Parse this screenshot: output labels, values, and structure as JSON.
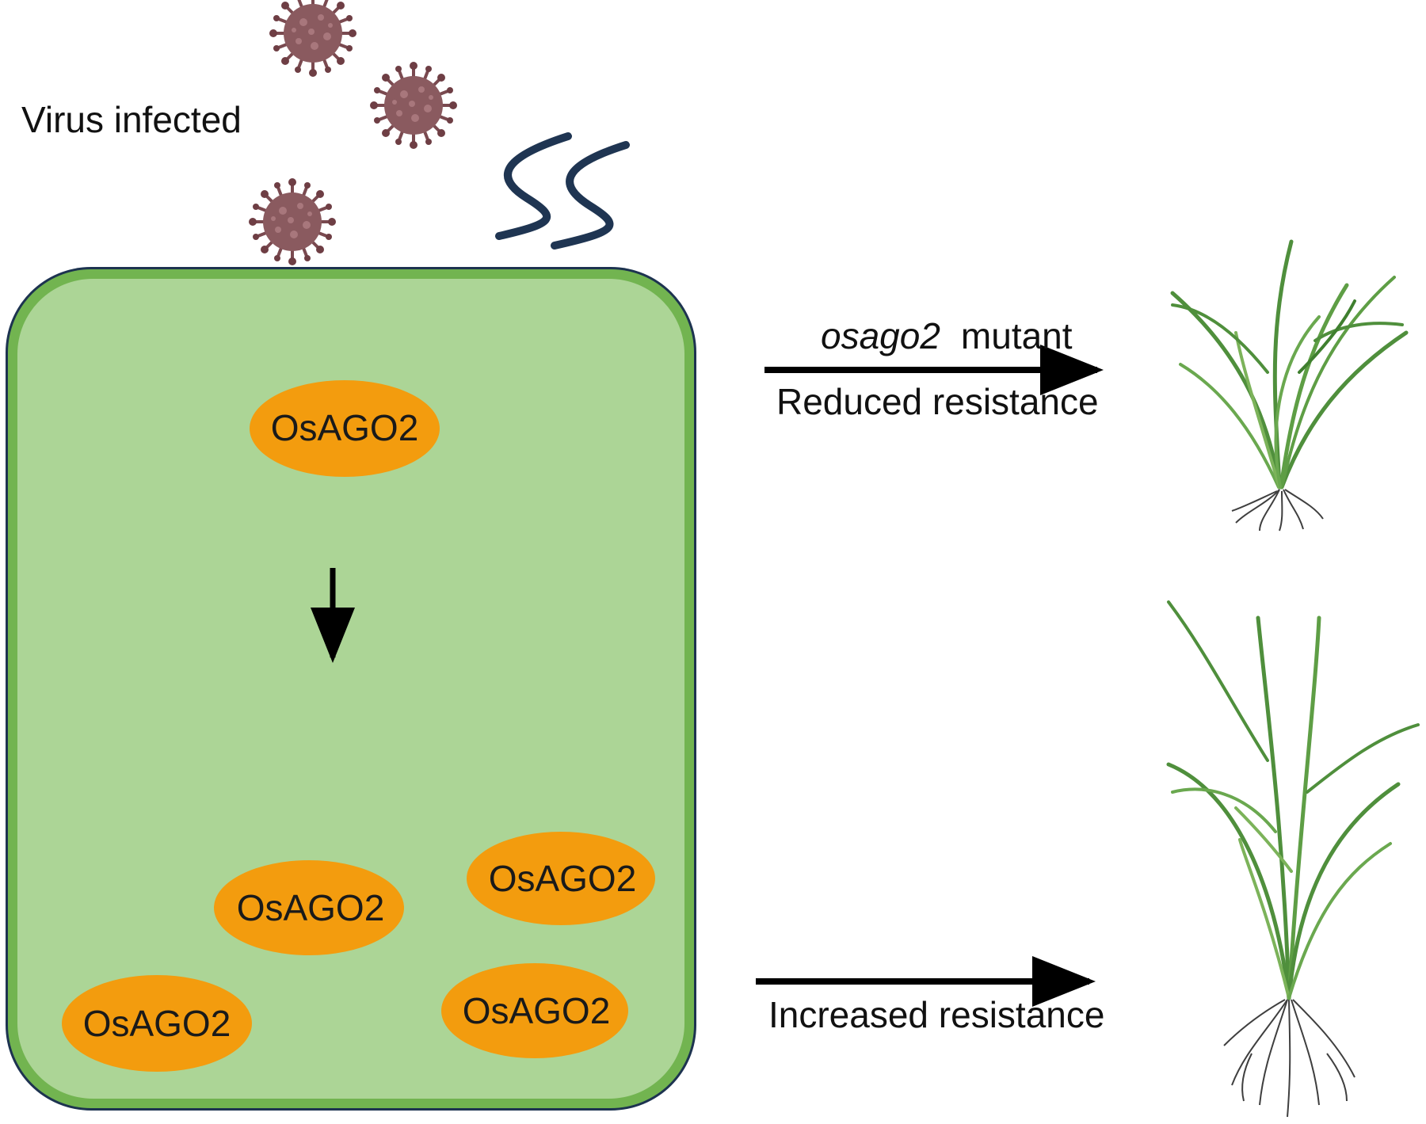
{
  "labels": {
    "virus_infected": "Virus infected",
    "mutant_gene": "osago2",
    "mutant_suffix": "mutant",
    "reduced": "Reduced resistance",
    "increased": "Increased resistance"
  },
  "proteins": [
    "OsAGO2",
    "OsAGO2",
    "OsAGO2",
    "OsAGO2",
    "OsAGO2"
  ],
  "colors": {
    "cell_fill": "#acd596",
    "cell_wall": "#72b450",
    "cell_outline": "#1d3350",
    "protein_fill": "#f39c0e",
    "virus": "#8a5a5f",
    "rna_strand": "#1f3552",
    "plant_leaf": "#4f8f3c",
    "root": "#4a4a4a"
  },
  "icons": [
    "virus-particle-icon",
    "viral-rna-icon",
    "rice-plant-icon",
    "arrow-icon"
  ]
}
